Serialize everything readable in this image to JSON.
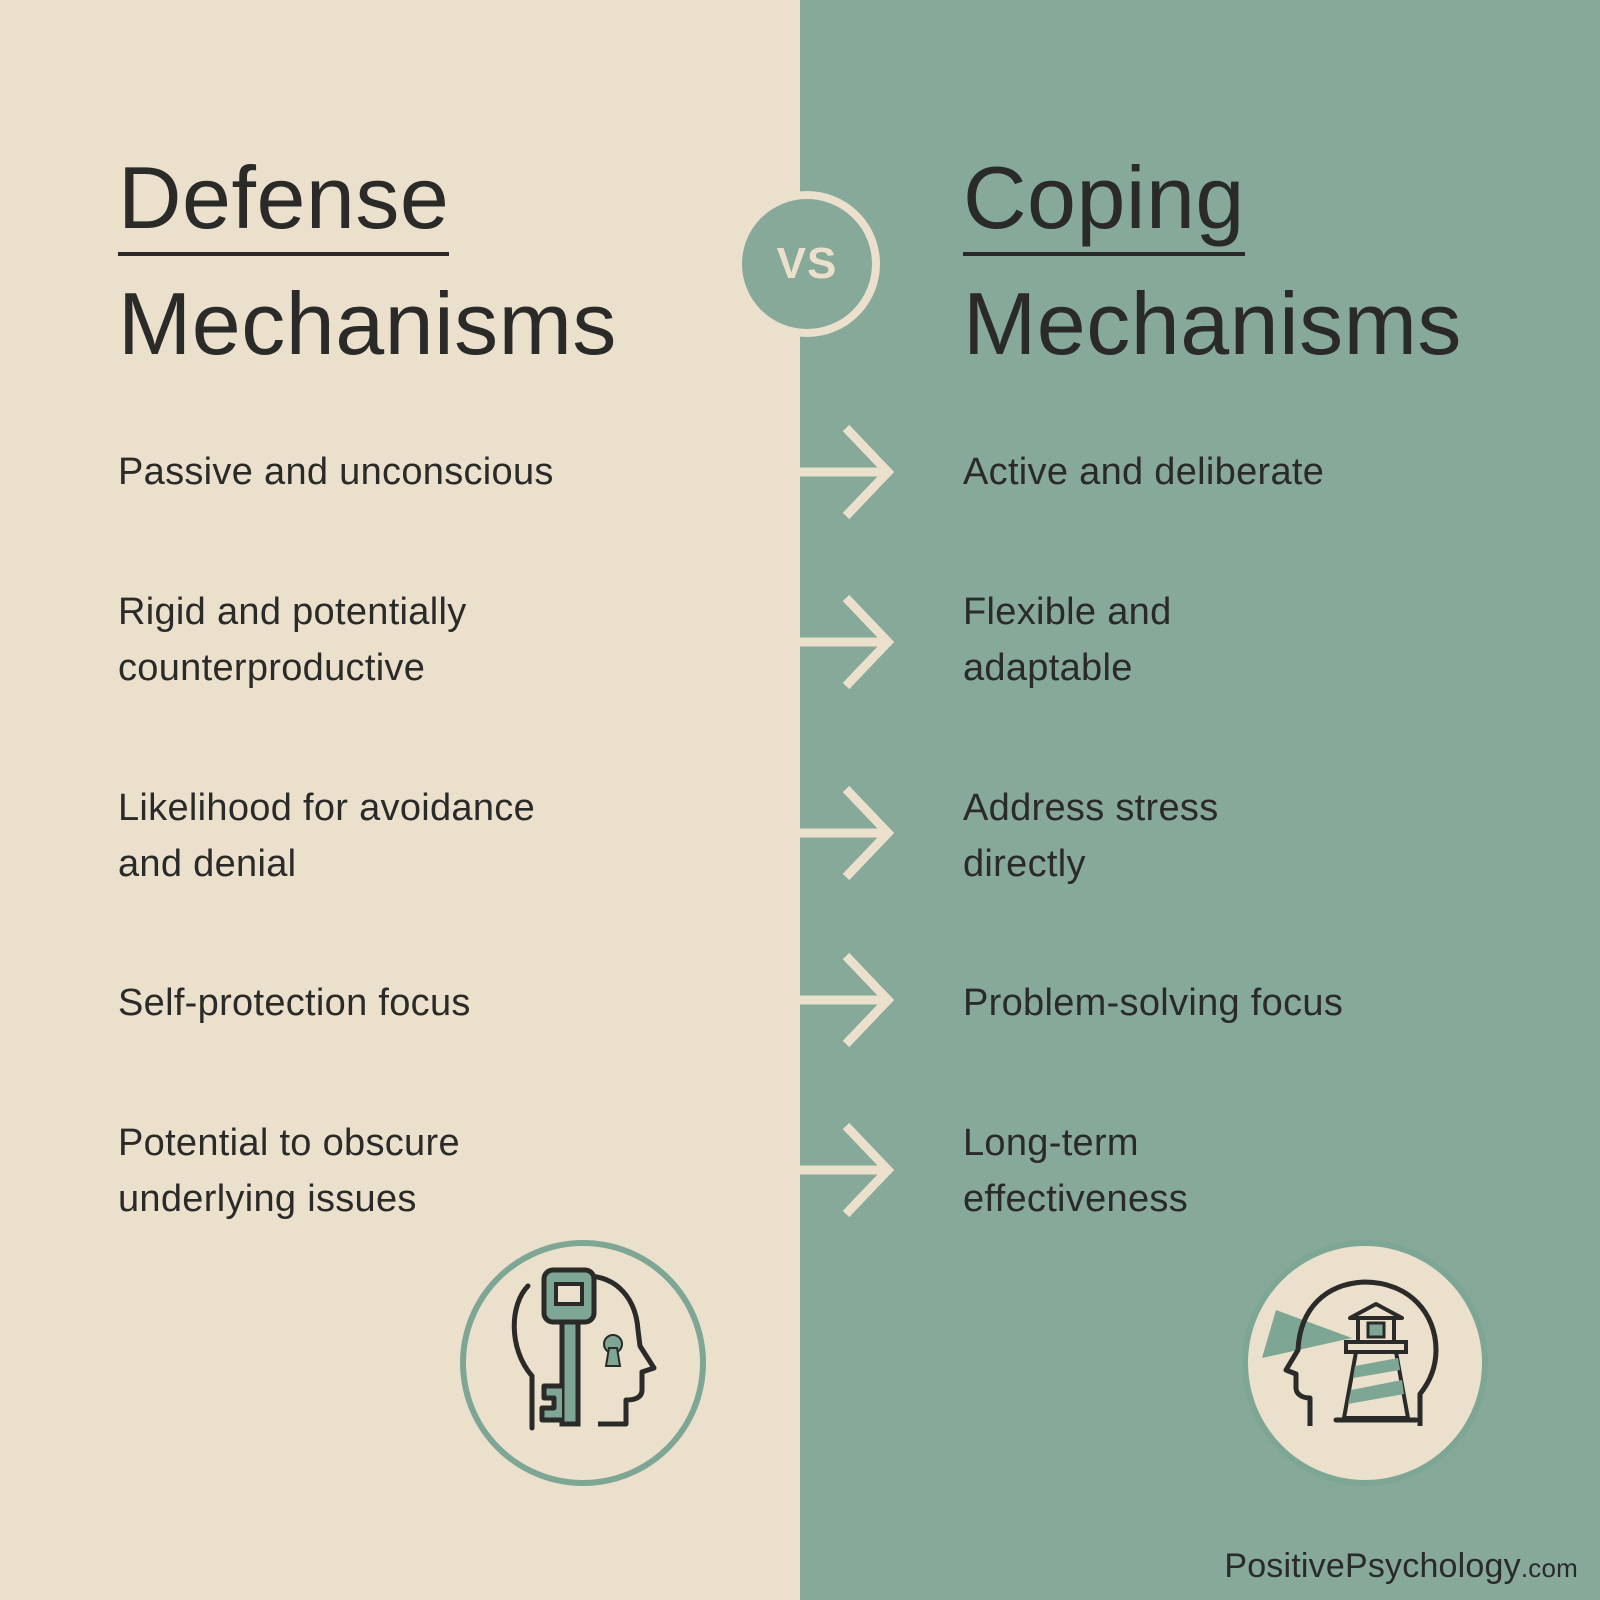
{
  "colors": {
    "left_bg": "#ebe0cc",
    "right_bg": "#86a999",
    "text": "#2a2a28",
    "accent": "#7ea694"
  },
  "left": {
    "title_line1": "Defense",
    "title_line2": "Mechanisms",
    "items": [
      "Passive and unconscious",
      "Rigid and potentially counterproductive",
      "Likelihood for avoidance and denial",
      "Self-protection focus",
      "Potential to obscure underlying issues"
    ],
    "icon": "key-head-icon"
  },
  "right": {
    "title_line1": "Coping",
    "title_line2": "Mechanisms",
    "items": [
      "Active and deliberate",
      "Flexible and adaptable",
      "Address stress directly",
      "Problem-solving focus",
      "Long-term effectiveness"
    ],
    "icon": "lighthouse-head-icon"
  },
  "vs_label": "VS",
  "footer": {
    "brand": "PositivePsychology",
    "suffix": ".com"
  }
}
